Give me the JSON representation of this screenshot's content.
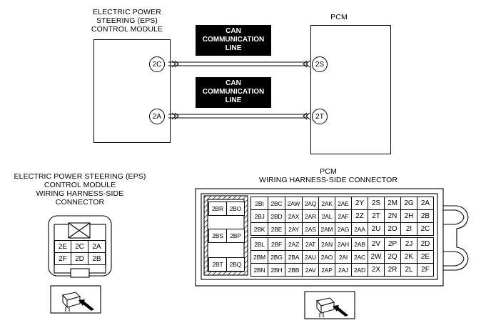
{
  "eps_module": {
    "title_lines": [
      "ELECTRIC POWER",
      "STEERING (EPS)",
      "CONTROL MODULE"
    ],
    "pins": [
      "2C",
      "2A"
    ]
  },
  "pcm": {
    "title": "PCM",
    "pins": [
      "2S",
      "2T"
    ]
  },
  "can_lines": [
    {
      "lines": [
        "CAN",
        "COMMUNICATION",
        "LINE"
      ]
    },
    {
      "lines": [
        "CAN",
        "COMMUNICATION",
        "LINE"
      ]
    }
  ],
  "eps_connector": {
    "title_lines": [
      "ELECTRIC POWER STEERING (EPS)",
      "CONTROL MODULE",
      "WIRING HARNESS-SIDE",
      "CONNECTOR"
    ],
    "rows": [
      [
        "2E",
        "2C",
        "2A"
      ],
      [
        "2F",
        "2D",
        "2B"
      ]
    ]
  },
  "pcm_connector": {
    "title_lines": [
      "PCM",
      "WIRING HARNESS-SIDE CONNECTOR"
    ],
    "side_pins": [
      [
        "2BR",
        "2BO"
      ],
      [
        "2BS",
        "2BP"
      ],
      [
        "2BT",
        "2BQ"
      ]
    ],
    "rows": [
      [
        "2BI",
        "2BC",
        "2AW",
        "2AQ",
        "2AK",
        "2AE",
        "2Y",
        "2S",
        "2M",
        "2G",
        "2A"
      ],
      [
        "2BJ",
        "2BD",
        "2AX",
        "2AR",
        "2AL",
        "2AF",
        "2Z",
        "2T",
        "2N",
        "2H",
        "2B"
      ],
      [
        "2BK",
        "2BE",
        "2AY",
        "2AS",
        "2AM",
        "2AG",
        "2AA",
        "2U",
        "2O",
        "2I",
        "2C"
      ],
      [
        "2BL",
        "2BF",
        "2AZ",
        "2AT",
        "2AN",
        "2AH",
        "2AB",
        "2V",
        "2P",
        "2J",
        "2D"
      ],
      [
        "2BM",
        "2BG",
        "2BA",
        "2AU",
        "2AO",
        "2AI",
        "2AC",
        "2W",
        "2Q",
        "2K",
        "2E"
      ],
      [
        "2BN",
        "2BH",
        "2BB",
        "2AV",
        "2AP",
        "2AJ",
        "2AD",
        "2X",
        "2R",
        "2L",
        "2F"
      ]
    ]
  }
}
